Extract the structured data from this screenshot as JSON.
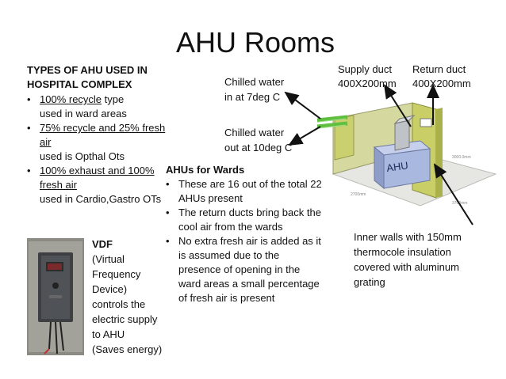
{
  "title": "AHU Rooms",
  "types": {
    "heading": [
      "TYPES OF AHU USED IN",
      "HOSPITAL COMPLEX"
    ],
    "items": [
      {
        "u": "100% recycle",
        "rest": " type",
        "sub": "used in ward areas"
      },
      {
        "u": "75% recycle and 25% fresh air",
        "rest": "",
        "sub": "used is Opthal Ots"
      },
      {
        "u": "100% exhaust and 100% fresh air",
        "rest": "",
        "sub": "used in Cardio,Gastro OTs"
      }
    ]
  },
  "chilled_in": [
    "Chilled water",
    "in at 7deg C"
  ],
  "chilled_out": [
    "Chilled water",
    "out at 10deg C"
  ],
  "supply_duct": [
    "Supply duct",
    "400X200mm"
  ],
  "return_duct": [
    "Return duct",
    "400X200mm"
  ],
  "wards": {
    "heading": "AHUs for Wards",
    "items": [
      "These are 16 out of the total 22 AHUs present",
      "The return ducts bring back the cool air from the wards",
      "No extra fresh air is added as it is assumed due to the presence of opening in the ward areas a small percentage of fresh air is present"
    ]
  },
  "vdf": {
    "heading": "VDF",
    "lines": [
      "(Virtual",
      "Frequency",
      "Device)",
      "controls the",
      "electric supply",
      "to AHU",
      "(Saves energy)"
    ]
  },
  "inner_walls": [
    "Inner walls with 150mm",
    "thermocole insulation",
    "covered with aluminum",
    "grating"
  ],
  "diagram": {
    "ahu_label": "AHU",
    "dims": [
      "3000.0mm",
      "2700mm",
      "3700mm"
    ]
  },
  "colors": {
    "wall_green": "#c9cf66",
    "ahu_blue": "#a9b8df",
    "pipe_green": "#5fbf3f"
  }
}
